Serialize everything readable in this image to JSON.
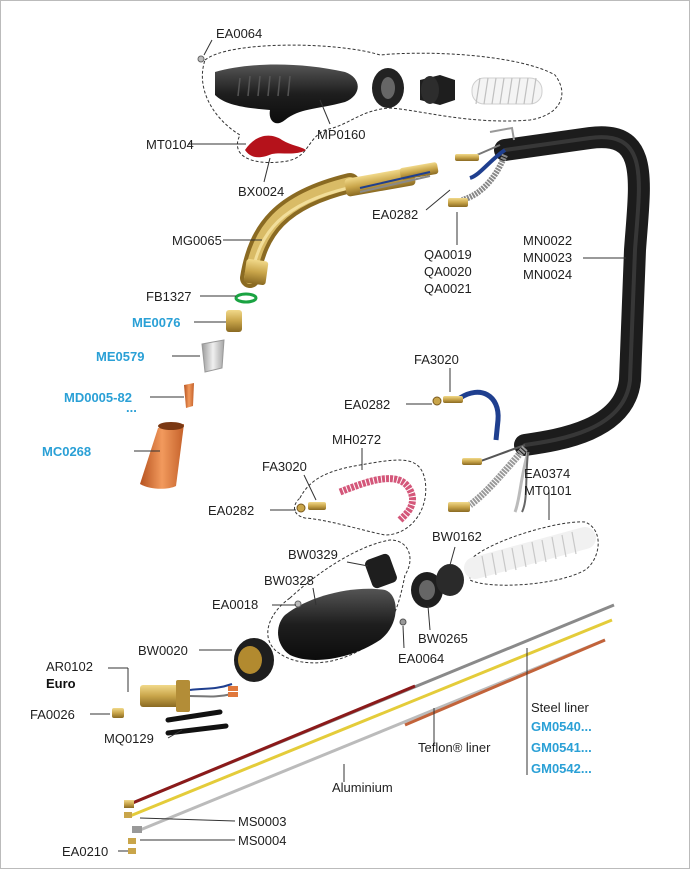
{
  "labels": {
    "EA0064_top": "EA0064",
    "MT0104": "MT0104",
    "MP0160": "MP0160",
    "BX0024": "BX0024",
    "EA0282_a": "EA0282",
    "MG0065": "MG0065",
    "QA0019": "QA0019",
    "QA0020": "QA0020",
    "QA0021": "QA0021",
    "MN0022": "MN0022",
    "MN0023": "MN0023",
    "MN0024": "MN0024",
    "FB1327": "FB1327",
    "ME0076": "ME0076",
    "ME0579": "ME0579",
    "MD0005": "MD0005-82",
    "MD0005_dots": "...",
    "MC0268": "MC0268",
    "FA3020_a": "FA3020",
    "EA0282_b": "EA0282",
    "MH0272": "MH0272",
    "FA3020_b": "FA3020",
    "EA0282_c": "EA0282",
    "EA0374": "EA0374",
    "MT0101": "MT0101",
    "BW0329": "BW0329",
    "BW0162": "BW0162",
    "BW0328": "BW0328",
    "EA0018": "EA0018",
    "BW0265": "BW0265",
    "BW0020": "BW0020",
    "EA0064_bottom": "EA0064",
    "AR0102": "AR0102",
    "Euro": "Euro",
    "FA0026": "FA0026",
    "MQ0129": "MQ0129",
    "Steel_liner": "Steel liner",
    "GM0540": "GM0540...",
    "GM0541": "GM0541...",
    "GM0542": "GM0542...",
    "Teflon_liner": "Teflon® liner",
    "Aluminium": "Aluminium",
    "MS0003": "MS0003",
    "MS0004": "MS0004",
    "EA0210": "EA0210"
  },
  "colors": {
    "blue_label": "#2aa0d6",
    "cable": "#2b2b2b",
    "brass": "#c9a54a",
    "copper": "#e0783c",
    "handle": "#2a2a2a",
    "red_trigger": "#b5121b",
    "pink_liner": "#d4577a",
    "blue_wire": "#1f3f8f"
  }
}
